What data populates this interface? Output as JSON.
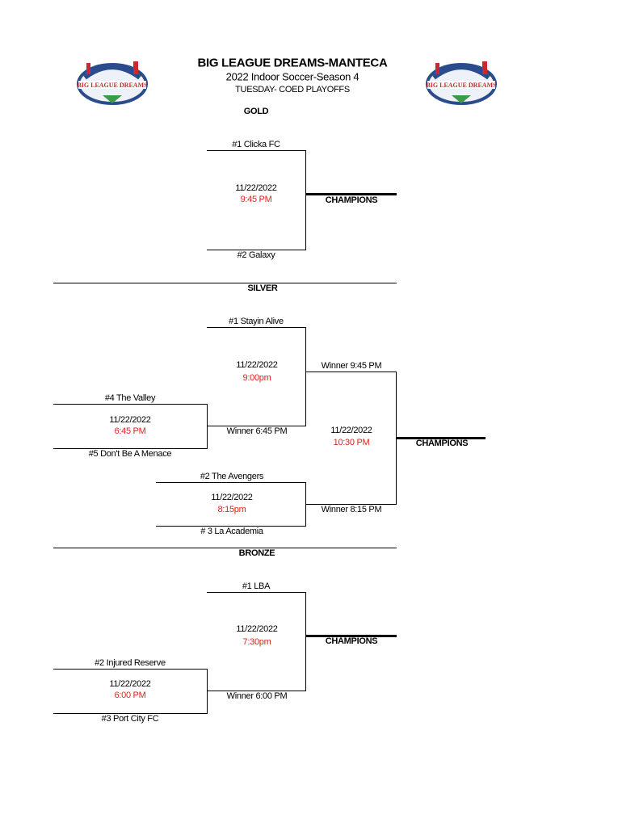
{
  "header": {
    "title": "BIG LEAGUE DREAMS-MANTECA",
    "subtitle": "2022 Indoor Soccer-Season 4",
    "subheading": "TUESDAY- COED PLAYOFFS",
    "logo_text": "BIG LEAGUE DREAMS"
  },
  "gold": {
    "label": "GOLD",
    "team1": "#1 Clicka FC",
    "team2": "#2 Galaxy",
    "date": "11/22/2022",
    "time": "9:45 PM",
    "champions": "CHAMPIONS"
  },
  "silver": {
    "label": "SILVER",
    "semi1": {
      "team1": "#1 Stayin Alive",
      "team2": "Winner 6:45 PM",
      "date": "11/22/2022",
      "time": "9:00pm"
    },
    "quarter1": {
      "team1": "#4 The Valley",
      "team2": "#5 Don't Be A Menace",
      "date": "11/22/2022",
      "time": "6:45 PM"
    },
    "semi2": {
      "team1": "#2 The Avengers",
      "team2": "# 3 La Academia",
      "date": "11/22/2022",
      "time": "8:15pm"
    },
    "final": {
      "team1": "Winner 9:45 PM",
      "team2": "Winner 8:15 PM",
      "date": "11/22/2022",
      "time": "10:30 PM"
    },
    "champions": "CHAMPIONS"
  },
  "bronze": {
    "label": "BRONZE",
    "final": {
      "team1": "#1 LBA",
      "team2": "Winner 6:00 PM",
      "date": "11/22/2022",
      "time": "7:30pm"
    },
    "quarter1": {
      "team1": "#2 Injured Reserve",
      "team2": "#3 Port City FC",
      "date": "11/22/2022",
      "time": "6:00 PM"
    },
    "champions": "CHAMPIONS"
  },
  "colors": {
    "time_text": "#e0201b",
    "logo_blue": "#2b4c8c",
    "logo_red": "#c8282e",
    "logo_green": "#3a9a47"
  }
}
